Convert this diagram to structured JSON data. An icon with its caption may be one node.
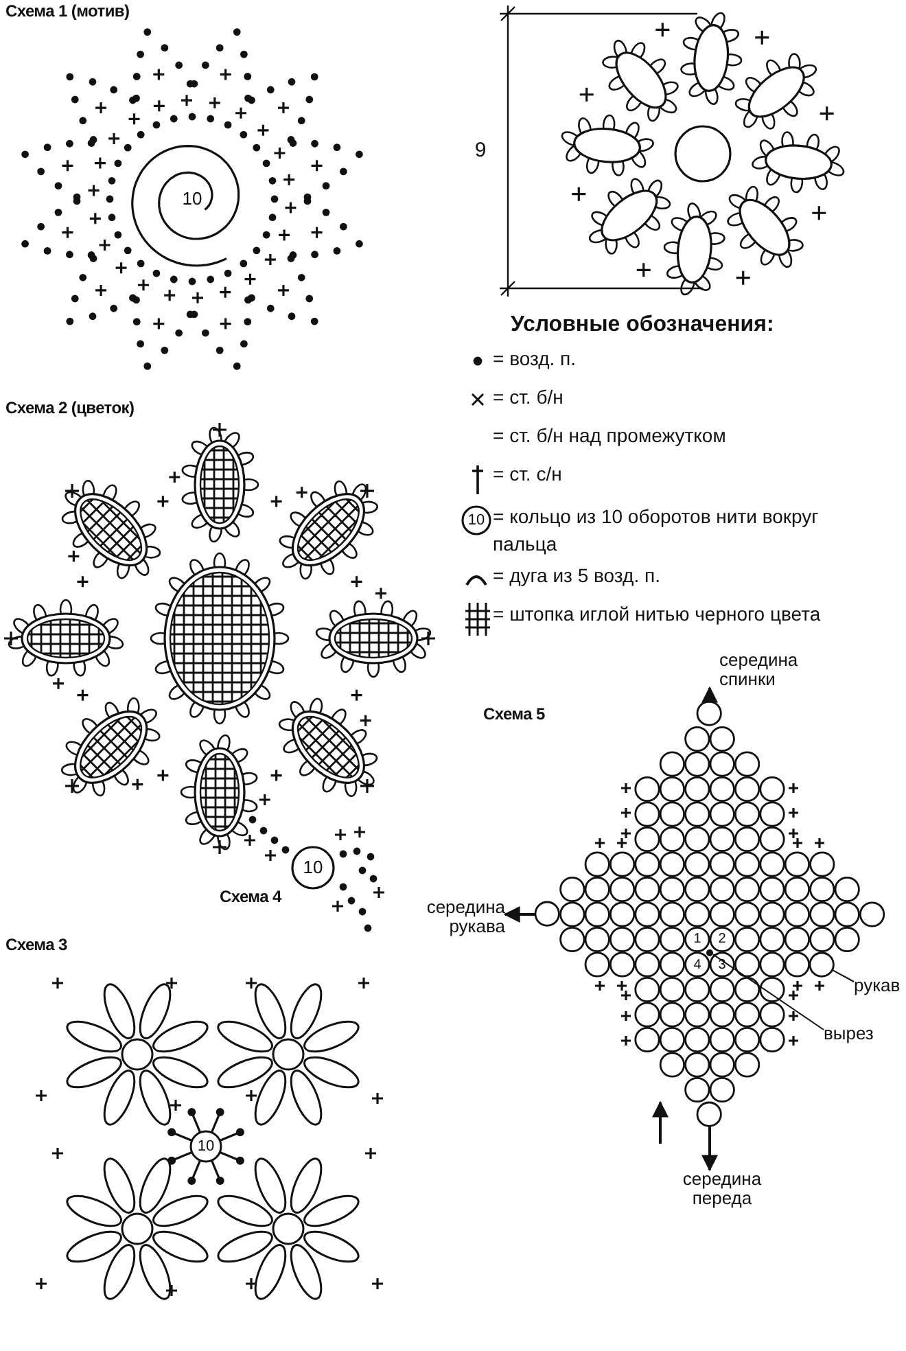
{
  "diagram": {
    "nodes": [
      {
        "text": [
          "середина спинки"
        ]
      },
      {
        "text": [],
        "shape": "circle"
      },
      {
        "text": [
          "середина рукава"
        ]
      },
      {
        "text": [],
        "shape": "circle"
      },
      {
        "text": [
          "рукав"
        ]
      },
      {
        "text": [],
        "shape": "circle"
      },
      {
        "text": [
          "вырез"
        ]
      },
      {
        "text": [
          "середина переда"
        ]
      },
      {
        "text": [],
        "shape": "circle"
      },
      {
        "text": [],
        "shape": "circle"
      }
    ],
    "edges": [
      {
        "from": 1,
        "to": 0,
        "arrow": "to"
      },
      {
        "from": 3,
        "to": 2,
        "arrow": "to"
      },
      {
        "from": 4,
        "to": 5,
        "arrow": "none"
      },
      {
        "from": 6,
        "to": 9,
        "arrow": "none"
      },
      {
        "from": 8,
        "to": 7,
        "arrow": "to"
      }
    ],
    "labels": [
      "Схема 1 (мотив)",
      "10",
      "9",
      "Условные обозначения:",
      "10",
      "Схема 2 (цветок)",
      "Схема 5",
      "10",
      "Схема 4",
      "Схема 3",
      "1",
      "2",
      "4",
      "3",
      "10"
    ],
    "legend": [
      {
        "text": "= возд. п."
      },
      {
        "text": "= ст. б/н"
      },
      {
        "text": "= ст. б/н над промежутком"
      },
      {
        "text": "= ст. с/н"
      },
      {
        "text": "= кольцо из 10 оборотов нити вокруг пальца"
      },
      {
        "text": "= дуга из 5 возд. п."
      },
      {
        "text": "= штопка иглой нитью черного цвета"
      }
    ]
  }
}
